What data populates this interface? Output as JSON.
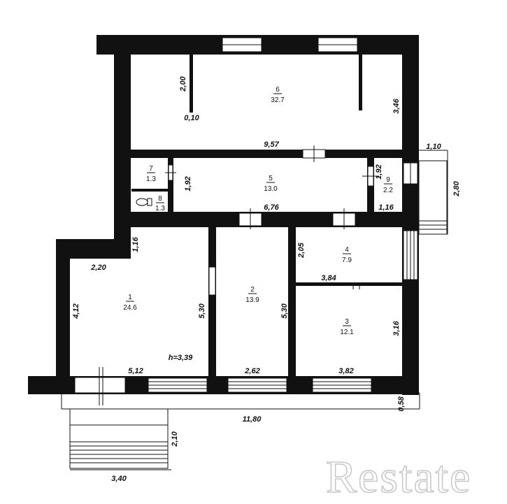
{
  "watermark": "Restate",
  "height_label": "h=3,39",
  "rooms": [
    {
      "num": "1",
      "area": "24.6"
    },
    {
      "num": "2",
      "area": "13.9"
    },
    {
      "num": "3",
      "area": "12.1"
    },
    {
      "num": "4",
      "area": "7.9"
    },
    {
      "num": "5",
      "area": "13.0"
    },
    {
      "num": "6",
      "area": "32.7"
    },
    {
      "num": "7",
      "area": "1.3"
    },
    {
      "num": "8",
      "area": "1.3"
    },
    {
      "num": "9",
      "area": "2.2"
    }
  ],
  "dimensions": [
    "2,00",
    "0,10",
    "3,46",
    "9,57",
    "1,10",
    "1,92",
    "1,92",
    "6,76",
    "1,16",
    "2,80",
    "1,16",
    "2,20",
    "2,05",
    "3,84",
    "4,12",
    "5,30",
    "5,30",
    "3,16",
    "5,12",
    "2,62",
    "3,82",
    "0,58",
    "11,80",
    "2,10",
    "3,40"
  ]
}
